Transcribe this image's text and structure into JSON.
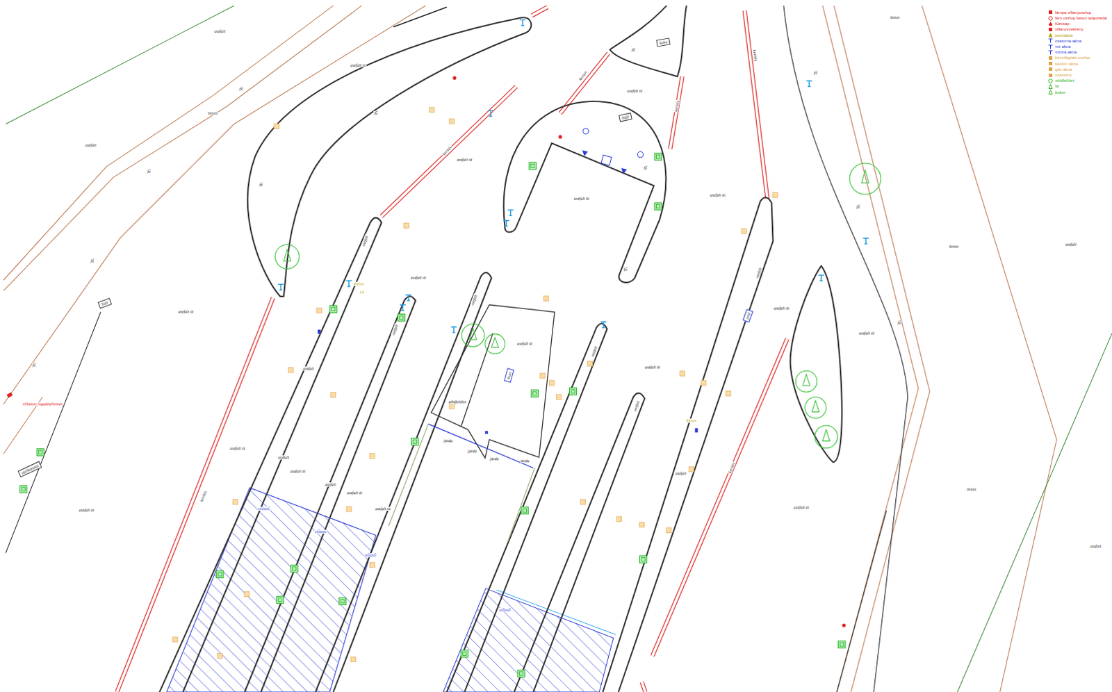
{
  "diagram": {
    "nodes": [
      {
        "text": [
          "kuka"
        ]
      },
      {
        "text": [
          "büfé"
        ]
      },
      {
        "text": [
          "hidr"
        ]
      },
      {
        "text": [
          "tájékoztató"
        ]
      },
      {
        "text": [
          "pad"
        ]
      },
      {
        "text": [
          "busz"
        ]
      }
    ],
    "labels": [
      "aszfalt",
      "aszfalt út",
      "fű",
      "beton",
      "aszfalt",
      "fű",
      "fű",
      "fű",
      "aszfalt út",
      "fű",
      "aszfalt út",
      "aszfalt út",
      "aszfalt út",
      "aszfalt út",
      "fű",
      "fű",
      "fű",
      "fű",
      "aszfalt út",
      "aszfalt út",
      "aszfalt út",
      "aszfalt út",
      "fű",
      "fű",
      "fű",
      "beton",
      "beton",
      "beton",
      "aszfalt",
      "aszfalt",
      "aszfalt út",
      "aszfalt út",
      "aszfalt út",
      "aszfalt",
      "aszfalt út",
      "aszfalt",
      "aszfalt",
      "aszfalt",
      "aszfalt",
      "aszfalt",
      "aszfalt",
      "aszfalt",
      "aszfalt",
      "aszfalt út",
      "aszfalt",
      "aszfalt út",
      "aszfalt út",
      "járda",
      "járda",
      "járda",
      "járda",
      "zöldfelület",
      "Peron",
      "14",
      "Peron",
      "kerítés",
      "kerítés",
      "kerítés",
      "kerítés",
      "kerítés",
      "kerítés",
      "villamos fogadóállomás",
      "előtető",
      "előtető",
      "előtető",
      "előtető"
    ],
    "legend": [
      {
        "text": "lámpa villanyoszlop"
      },
      {
        "text": "fém oszlop beton talapzattal"
      },
      {
        "text": "tűzcsap"
      },
      {
        "text": "villanyszekrény"
      },
      {
        "text": "jelzőtábla"
      },
      {
        "text": "csatorna akna"
      },
      {
        "text": "víz akna"
      },
      {
        "text": "vízóra akna"
      },
      {
        "text": "közvilágítás oszlop"
      },
      {
        "text": "telefon akna"
      },
      {
        "text": "gáz akna"
      },
      {
        "text": "szekrény"
      },
      {
        "text": "zöldfelület"
      },
      {
        "text": "fa"
      },
      {
        "text": "bokor"
      }
    ]
  }
}
